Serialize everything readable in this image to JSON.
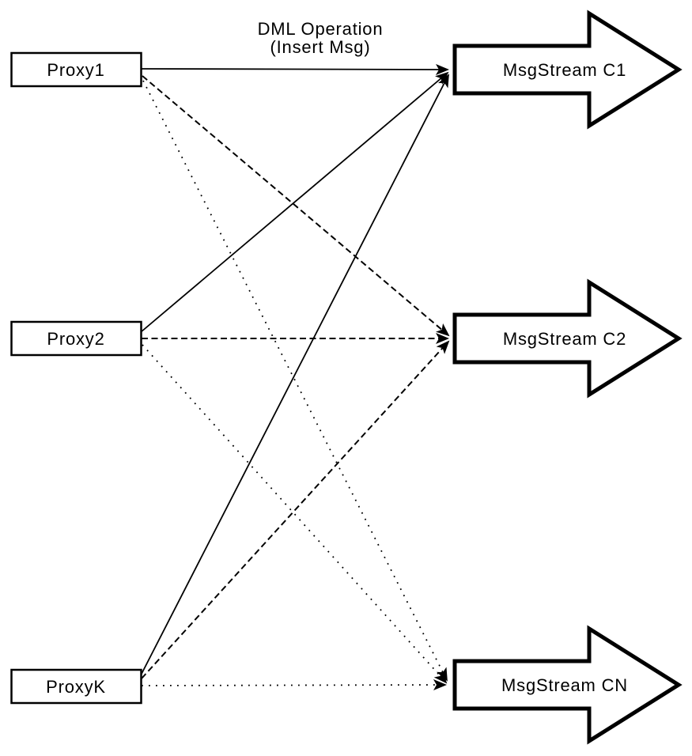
{
  "title": {
    "line1": "DML Operation",
    "line2": "(Insert Msg)"
  },
  "proxies": [
    {
      "label": "Proxy1"
    },
    {
      "label": "Proxy2"
    },
    {
      "label": "ProxyK"
    }
  ],
  "streams": [
    {
      "label": "MsgStream C1"
    },
    {
      "label": "MsgStream C2"
    },
    {
      "label": "MsgStream CN"
    }
  ],
  "edges": [
    {
      "from": "Proxy1",
      "to": "MsgStream C1",
      "style": "solid"
    },
    {
      "from": "Proxy2",
      "to": "MsgStream C1",
      "style": "solid"
    },
    {
      "from": "ProxyK",
      "to": "MsgStream C1",
      "style": "solid"
    },
    {
      "from": "Proxy1",
      "to": "MsgStream C2",
      "style": "dashed"
    },
    {
      "from": "Proxy2",
      "to": "MsgStream C2",
      "style": "dashed"
    },
    {
      "from": "ProxyK",
      "to": "MsgStream C2",
      "style": "dashed"
    },
    {
      "from": "Proxy1",
      "to": "MsgStream CN",
      "style": "dotted"
    },
    {
      "from": "Proxy2",
      "to": "MsgStream CN",
      "style": "dotted"
    },
    {
      "from": "ProxyK",
      "to": "MsgStream CN",
      "style": "dotted"
    }
  ],
  "colors": {
    "background": "#ffffff",
    "stroke": "#000000",
    "shape_fill": "#ffffff"
  }
}
